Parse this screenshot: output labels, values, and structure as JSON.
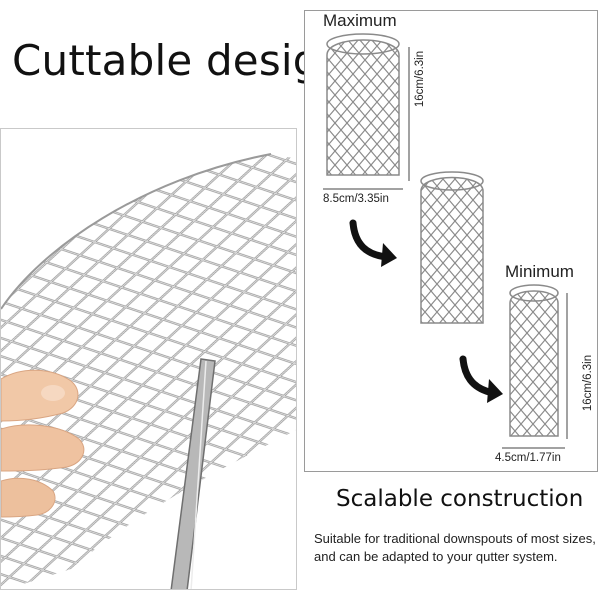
{
  "headline": "Cuttable design",
  "diagram": {
    "label_maximum": "Maximum",
    "label_minimum": "Minimum",
    "width_max": "8.5cm/3.35in",
    "height_max": "16cm/6.3in",
    "width_min": "4.5cm/1.77in",
    "height_min": "16cm/6.3in"
  },
  "section_title": "Scalable construction",
  "description": "Suitable for traditional downspouts of most sizes, and can be adapted to your qutter system.",
  "icons": [
    "curved-arrow-icon",
    "curved-arrow-icon"
  ],
  "colors": {
    "mesh": "#9a9a9a",
    "arrow": "#111111",
    "text": "#111111"
  }
}
